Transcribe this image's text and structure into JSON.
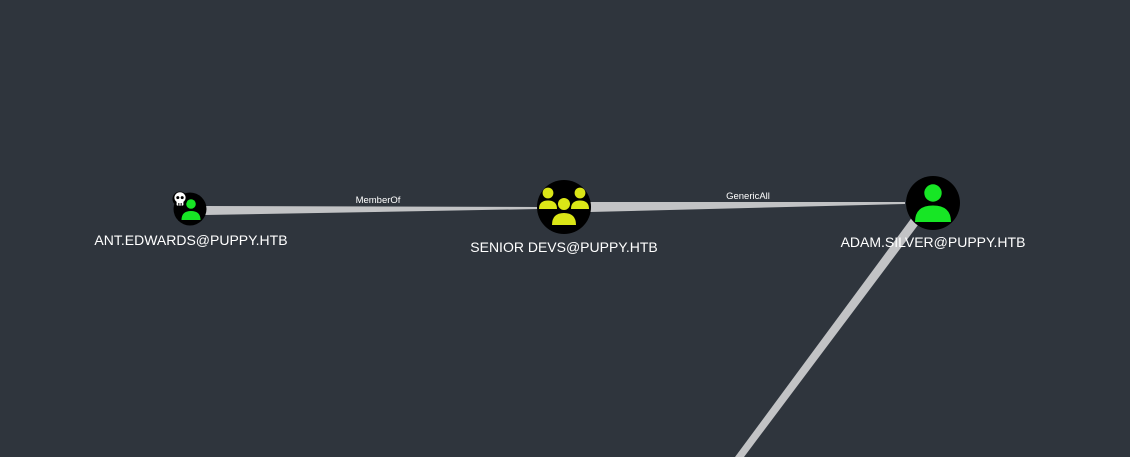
{
  "graph": {
    "background_color": "#2f353d",
    "edge_color": "#c2c3c5",
    "nodes": [
      {
        "id": "ant",
        "label": "ANT.EDWARDS@PUPPY.HTB",
        "type": "user",
        "icon": "user-icon",
        "fill_color": "#17e625",
        "marker": "skull-icon"
      },
      {
        "id": "senior",
        "label": "SENIOR DEVS@PUPPY.HTB",
        "type": "group",
        "icon": "group-icon",
        "fill_color": "#dbe617"
      },
      {
        "id": "adam",
        "label": "ADAM.SILVER@PUPPY.HTB",
        "type": "user",
        "icon": "user-icon",
        "fill_color": "#17e625"
      }
    ],
    "edges": [
      {
        "from": "ant",
        "to": "senior",
        "label": "MemberOf"
      },
      {
        "from": "senior",
        "to": "adam",
        "label": "GenericAll"
      },
      {
        "from": "adam",
        "to": "offscreen",
        "label": ""
      }
    ]
  }
}
